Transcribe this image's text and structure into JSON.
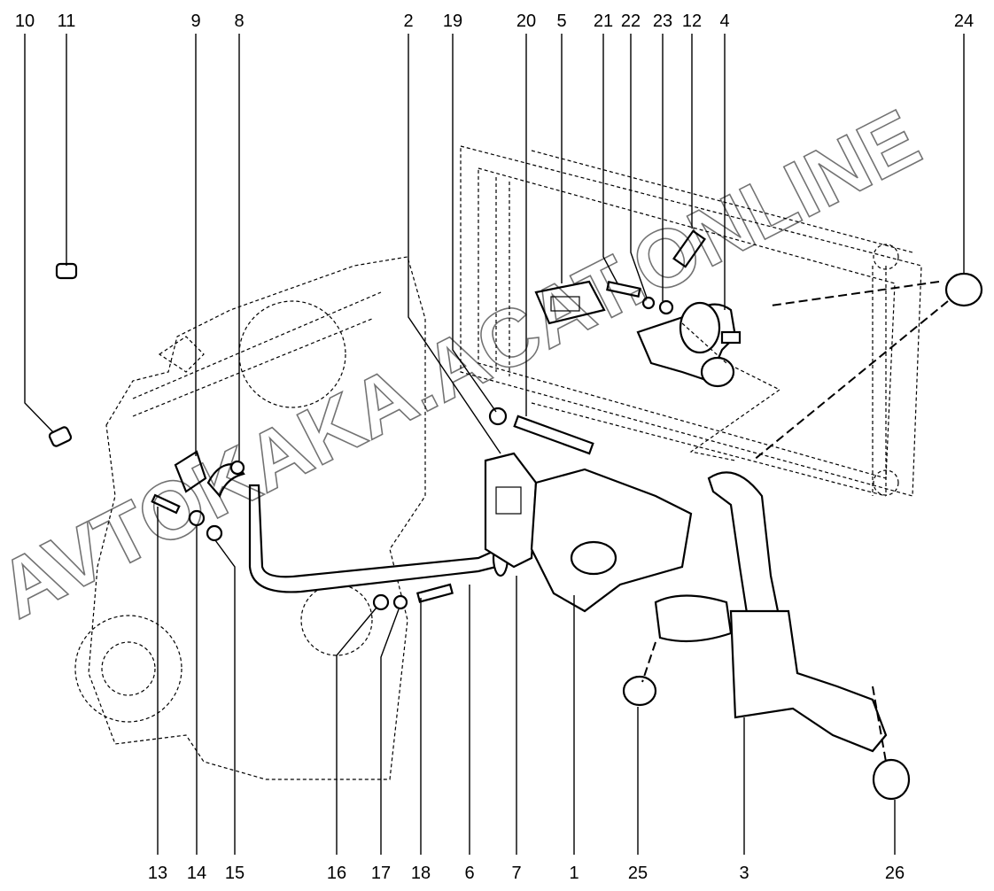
{
  "diagram": {
    "watermark": "AVTOKAKA.ACAT.ONLINE",
    "callouts_top": [
      "10",
      "11",
      "9",
      "8",
      "2",
      "19",
      "20",
      "5",
      "21",
      "22",
      "23",
      "12",
      "4",
      "24"
    ],
    "callouts_bottom": [
      "13",
      "14",
      "15",
      "16",
      "17",
      "18",
      "6",
      "7",
      "1",
      "25",
      "3",
      "26"
    ]
  }
}
